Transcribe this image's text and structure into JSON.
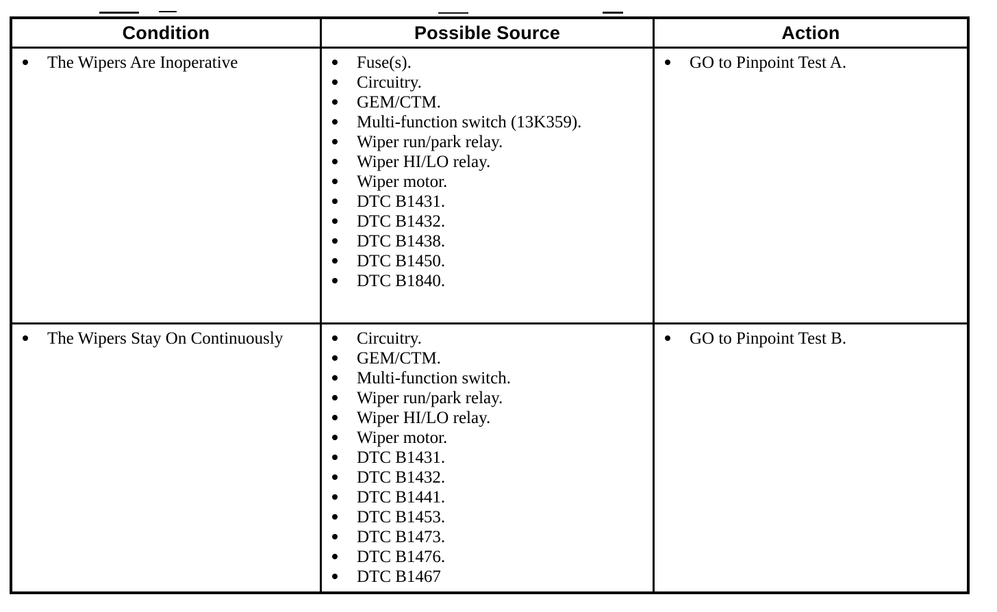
{
  "colors": {
    "ink": "#000000",
    "paper": "#ffffff"
  },
  "table": {
    "headers": [
      "Condition",
      "Possible Source",
      "Action"
    ],
    "rows": [
      {
        "condition": "The Wipers Are Inoperative",
        "sources": [
          "Fuse(s).",
          "Circuitry.",
          "GEM/CTM.",
          "Multi-function switch (13K359).",
          "Wiper run/park relay.",
          "Wiper HI/LO relay.",
          "Wiper motor.",
          "DTC B1431.",
          "DTC B1432.",
          "DTC B1438.",
          "DTC B1450.",
          "DTC B1840."
        ],
        "action": "GO to Pinpoint Test A."
      },
      {
        "condition": "The Wipers Stay On Continuously",
        "sources": [
          "Circuitry.",
          "GEM/CTM.",
          "Multi-function switch.",
          "Wiper run/park relay.",
          "Wiper HI/LO relay.",
          "Wiper motor.",
          "DTC B1431.",
          "DTC B1432.",
          "DTC B1441.",
          "DTC B1453.",
          "DTC B1473.",
          "DTC B1476.",
          "DTC B1467"
        ],
        "action": "GO to Pinpoint Test B."
      }
    ]
  }
}
